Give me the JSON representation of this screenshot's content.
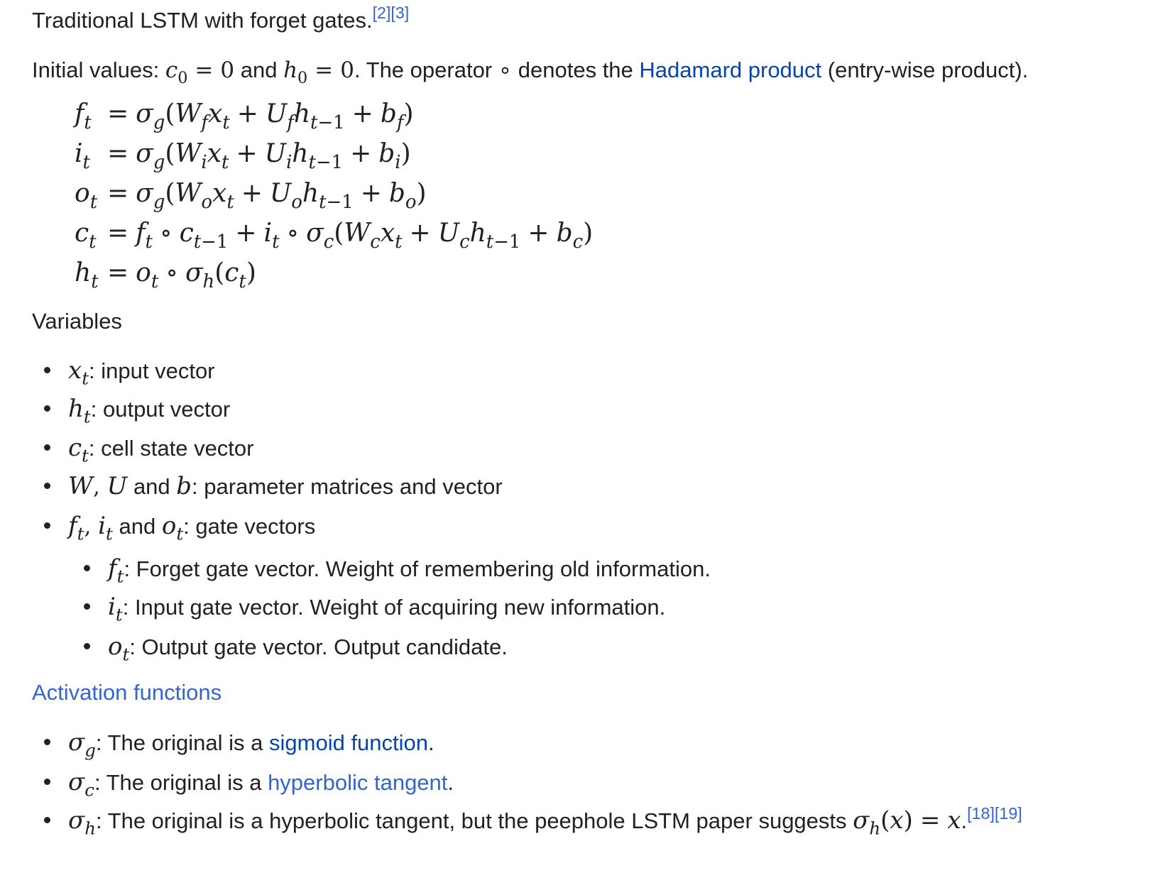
{
  "intro": {
    "text": "Traditional LSTM with forget gates.",
    "citations": "[2][3]"
  },
  "initial": {
    "prefix": "Initial values: ",
    "and": " and ",
    "operator_text_1": ". The operator ",
    "operator_symbol": "∘",
    "operator_text_2": " denotes the ",
    "link": "Hadamard product",
    "suffix": " (entry-wise product)."
  },
  "variables_heading": "Variables",
  "variables": [
    {
      "desc": ": input vector"
    },
    {
      "desc": ": output vector"
    },
    {
      "desc": ": cell state vector"
    },
    {
      "and": " and ",
      "desc": ": parameter matrices and vector"
    },
    {
      "and": " and ",
      "desc": ": gate vectors"
    }
  ],
  "gate_items": [
    {
      "desc": ": Forget gate vector. Weight of remembering old information."
    },
    {
      "desc": ": Input gate vector. Weight of acquiring new information."
    },
    {
      "desc": ": Output gate vector. Output candidate."
    }
  ],
  "activation_heading": "Activation functions",
  "activations": [
    {
      "prefix": ": The original is a ",
      "link": "sigmoid function",
      "suffix": "."
    },
    {
      "prefix": ": The original is a ",
      "link": "hyperbolic tangent",
      "suffix": "."
    },
    {
      "prefix": ": The original is a hyperbolic tangent, but the peephole LSTM paper suggests ",
      "suffix": ".",
      "citations": "[18][19]"
    }
  ],
  "colors": {
    "link": "#0645ad",
    "heading_link": "#3366cc",
    "text": "#202122"
  }
}
